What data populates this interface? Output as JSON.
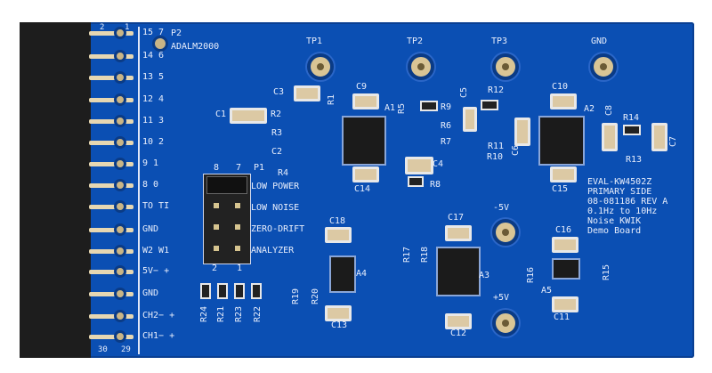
{
  "connector": {
    "top_pins": [
      "2",
      "1"
    ],
    "bottom_pins": [
      "30",
      "29"
    ],
    "labels": [
      "15  7",
      "14  6",
      "13  5",
      "12  4",
      "11  3",
      "10  2",
      " 9  1",
      " 8  0",
      "TO TI",
      "GND",
      "W2 W1",
      "5V− +",
      "GND",
      "CH2− +",
      "CH1− +"
    ]
  },
  "header": {
    "ref": "P2",
    "name": "ADALM2000"
  },
  "test_points": {
    "tp1": "TP1",
    "tp2": "TP2",
    "tp3": "TP3",
    "gnd": "GND",
    "neg5v": "-5V",
    "pos5v": "+5V"
  },
  "jumper": {
    "ref": "P1",
    "pin_top_left": "8",
    "pin_top_right": "7",
    "pin_bottom_left": "2",
    "pin_bottom_right": "1",
    "options": [
      "LOW POWER",
      "LOW NOISE",
      "ZERO-DRIFT",
      "ANALYZER"
    ]
  },
  "designators": {
    "c1": "C1",
    "c2": "C2",
    "c3": "C3",
    "c4": "C4",
    "c5": "C5",
    "c6": "C6",
    "c7": "C7",
    "c8": "C8",
    "c9": "C9",
    "c10": "C10",
    "c11": "C11",
    "c12": "C12",
    "c13": "C13",
    "c14": "C14",
    "c15": "C15",
    "c16": "C16",
    "c17": "C17",
    "c18": "C18",
    "r1": "R1",
    "r2": "R2",
    "r3": "R3",
    "r4": "R4",
    "r5": "R5",
    "r6": "R6",
    "r7": "R7",
    "r8": "R8",
    "r9": "R9",
    "r10": "R10",
    "r11": "R11",
    "r12": "R12",
    "r13": "R13",
    "r14": "R14",
    "r15": "R15",
    "r16": "R16",
    "r17": "R17",
    "r18": "R18",
    "r19": "R19",
    "r20": "R20",
    "r21": "R21",
    "r22": "R22",
    "r23": "R23",
    "r24": "R24",
    "a1": "A1",
    "a2": "A2",
    "a3": "A3",
    "a4": "A4",
    "a5": "A5"
  },
  "board_info": [
    "EVAL-KW4502Z",
    "PRIMARY SIDE",
    "08-081186 REV A",
    "0.1Hz to 10Hz",
    "Noise KWIK",
    "Demo Board"
  ],
  "colors": {
    "board": "#0b4fb3",
    "silkscreen": "#e8eefc",
    "connector": "#1d1d1d"
  }
}
